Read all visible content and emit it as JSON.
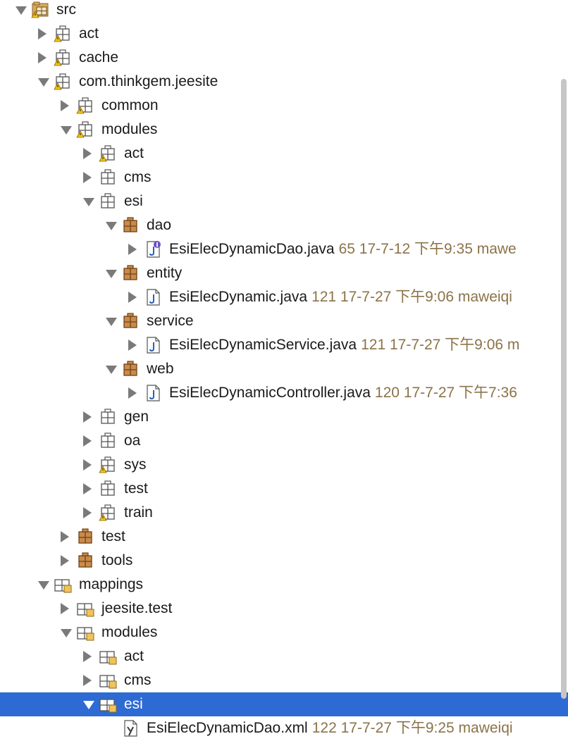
{
  "tree": [
    {
      "label": "src",
      "depth": 0,
      "state": "expanded",
      "icon": "source-folder-icon",
      "warn": true
    },
    {
      "label": "act",
      "depth": 1,
      "state": "collapsed",
      "icon": "package-icon",
      "warn": true
    },
    {
      "label": "cache",
      "depth": 1,
      "state": "collapsed",
      "icon": "package-icon",
      "warn": true
    },
    {
      "label": "com.thinkgem.jeesite",
      "depth": 1,
      "state": "expanded",
      "icon": "package-icon",
      "warn": true
    },
    {
      "label": "common",
      "depth": 2,
      "state": "collapsed",
      "icon": "package-icon",
      "warn": true
    },
    {
      "label": "modules",
      "depth": 2,
      "state": "expanded",
      "icon": "package-icon",
      "warn": true
    },
    {
      "label": "act",
      "depth": 3,
      "state": "collapsed",
      "icon": "package-icon",
      "warn": true
    },
    {
      "label": "cms",
      "depth": 3,
      "state": "collapsed",
      "icon": "package-icon",
      "warn": false
    },
    {
      "label": "esi",
      "depth": 3,
      "state": "expanded",
      "icon": "package-icon",
      "warn": false
    },
    {
      "label": "dao",
      "depth": 4,
      "state": "expanded",
      "icon": "package-filled-icon",
      "warn": false
    },
    {
      "label": "EsiElecDynamicDao.java",
      "decoration": "65  17-7-12 下午9:35  mawe",
      "depth": 5,
      "state": "collapsed",
      "icon": "java-interface-file-icon"
    },
    {
      "label": "entity",
      "depth": 4,
      "state": "expanded",
      "icon": "package-filled-icon",
      "warn": false
    },
    {
      "label": "EsiElecDynamic.java",
      "decoration": "121  17-7-27 下午9:06  maweiqi",
      "depth": 5,
      "state": "collapsed",
      "icon": "java-file-icon"
    },
    {
      "label": "service",
      "depth": 4,
      "state": "expanded",
      "icon": "package-filled-icon",
      "warn": false
    },
    {
      "label": "EsiElecDynamicService.java",
      "decoration": "121  17-7-27 下午9:06  m",
      "depth": 5,
      "state": "collapsed",
      "icon": "java-file-icon"
    },
    {
      "label": "web",
      "depth": 4,
      "state": "expanded",
      "icon": "package-filled-icon",
      "warn": false
    },
    {
      "label": "EsiElecDynamicController.java",
      "decoration": "120  17-7-27 下午7:36",
      "depth": 5,
      "state": "collapsed",
      "icon": "java-file-icon"
    },
    {
      "label": "gen",
      "depth": 3,
      "state": "collapsed",
      "icon": "package-icon",
      "warn": false
    },
    {
      "label": "oa",
      "depth": 3,
      "state": "collapsed",
      "icon": "package-icon",
      "warn": false
    },
    {
      "label": "sys",
      "depth": 3,
      "state": "collapsed",
      "icon": "package-icon",
      "warn": true
    },
    {
      "label": "test",
      "depth": 3,
      "state": "collapsed",
      "icon": "package-icon",
      "warn": false
    },
    {
      "label": "train",
      "depth": 3,
      "state": "collapsed",
      "icon": "package-icon",
      "warn": true
    },
    {
      "label": "test",
      "depth": 2,
      "state": "collapsed",
      "icon": "package-filled-icon",
      "warn": false
    },
    {
      "label": "tools",
      "depth": 2,
      "state": "collapsed",
      "icon": "package-filled-icon",
      "warn": false
    },
    {
      "label": "mappings",
      "depth": 1,
      "state": "expanded",
      "icon": "folder-package-icon",
      "warn": false
    },
    {
      "label": "jeesite.test",
      "depth": 2,
      "state": "collapsed",
      "icon": "folder-package-icon",
      "warn": false
    },
    {
      "label": "modules",
      "depth": 2,
      "state": "expanded",
      "icon": "folder-package-icon",
      "warn": false
    },
    {
      "label": "act",
      "depth": 3,
      "state": "collapsed",
      "icon": "folder-package-icon",
      "warn": false
    },
    {
      "label": "cms",
      "depth": 3,
      "state": "collapsed",
      "icon": "folder-package-icon",
      "warn": false
    },
    {
      "label": "esi",
      "depth": 3,
      "state": "expanded",
      "icon": "folder-package-icon",
      "warn": false,
      "selected": true
    },
    {
      "label": "EsiElecDynamicDao.xml",
      "decoration": "122  17-7-27 下午9:25  maweiqi",
      "depth": 4,
      "state": "none",
      "icon": "xml-file-icon"
    }
  ],
  "colors": {
    "selection": "#2d6ad3",
    "decoration": "#8b7348",
    "twisty": "#7a7a7a"
  }
}
